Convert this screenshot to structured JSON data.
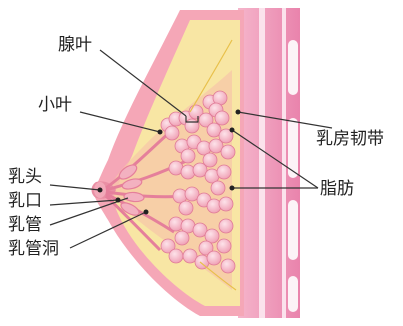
{
  "diagram": {
    "labels": {
      "glandular_lobe": "腺叶",
      "lobule": "小叶",
      "nipple": "乳头",
      "nipple_orifice": "乳口",
      "lactiferous_duct": "乳管",
      "lactiferous_sinus": "乳管洞",
      "suspensory_ligament": "乳房韧带",
      "fat": "脂肪"
    },
    "colors": {
      "skin": "#f4a8b6",
      "fat": "#f8e7a6",
      "gland": "#f2a3b5",
      "lobule_fill": "#f7c2cf",
      "muscle": "#f08fb6",
      "rib": "#ffffff",
      "text": "#222222"
    }
  }
}
